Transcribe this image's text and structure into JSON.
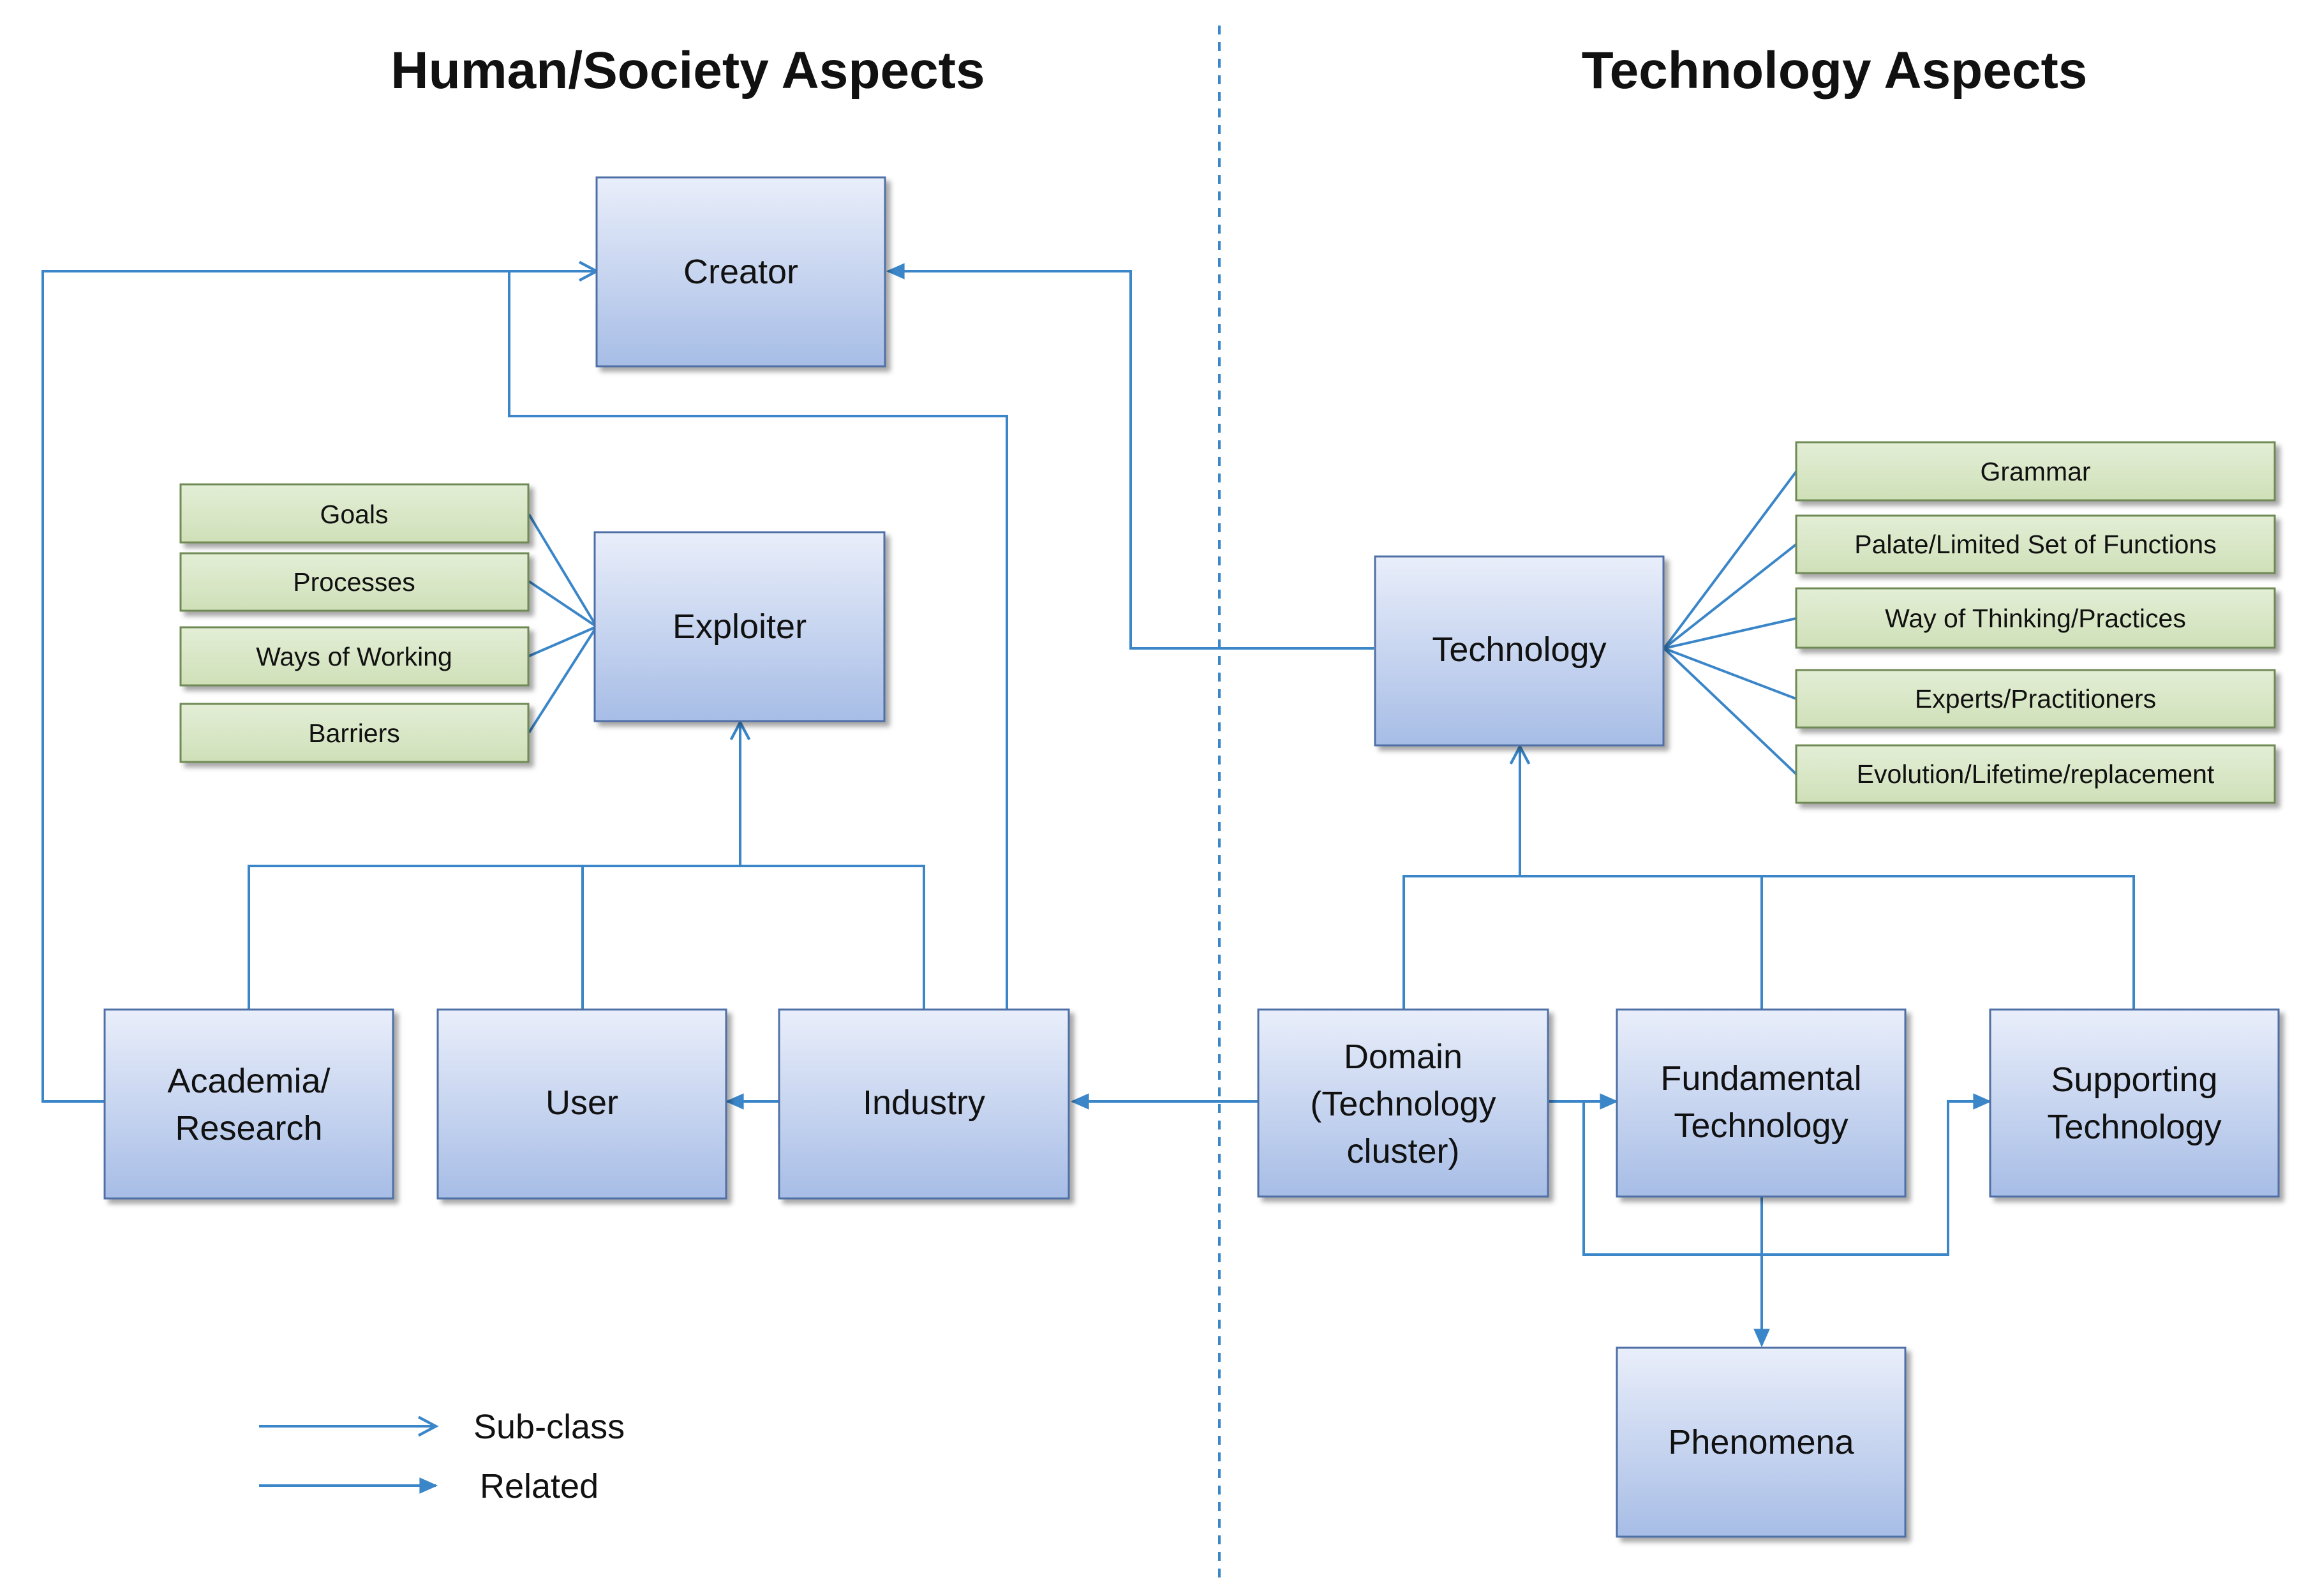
{
  "headings": {
    "left": "Human/Society Aspects",
    "right": "Technology Aspects"
  },
  "nodes": {
    "creator": "Creator",
    "exploiter": "Exploiter",
    "academia": [
      "Academia/",
      "Research"
    ],
    "user": "User",
    "industry": "Industry",
    "technology": "Technology",
    "domain": [
      "Domain",
      "(Technology",
      "cluster)"
    ],
    "fundamental": [
      "Fundamental",
      "Technology"
    ],
    "supporting": [
      "Supporting",
      "Technology"
    ],
    "phenomena": "Phenomena"
  },
  "exploiter_attributes": [
    "Goals",
    "Processes",
    "Ways of Working",
    "Barriers"
  ],
  "technology_attributes": [
    "Grammar",
    "Palate/Limited Set of Functions",
    "Way of Thinking/Practices",
    "Experts/Practitioners",
    "Evolution/Lifetime/replacement"
  ],
  "legend": {
    "subclass": "Sub-class",
    "related": "Related"
  },
  "colors": {
    "line": "#3a86c8",
    "box_top": "#e9eefa",
    "box_bottom": "#a7bde6",
    "box_border": "#4f6fa6",
    "attr_fill": "#d8e6c4",
    "attr_border": "#6f8a55"
  }
}
